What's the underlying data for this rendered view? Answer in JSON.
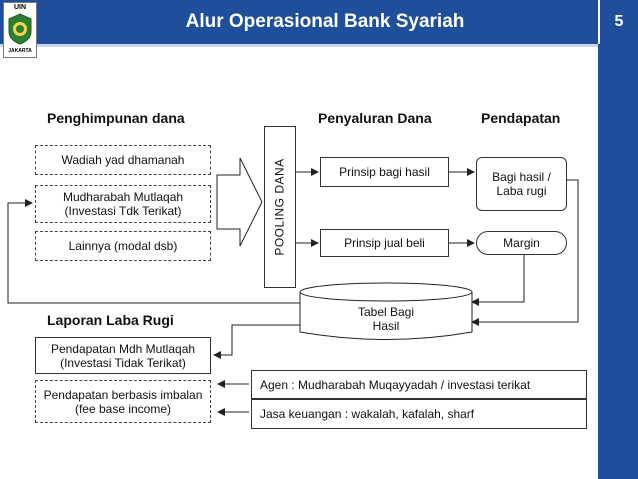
{
  "header": {
    "title": "Alur Operasional Bank Syariah",
    "page_number": "5",
    "logo_top": "UIN",
    "logo_bottom": "JAKARTA",
    "colors": {
      "bar": "#1f4e9a",
      "accent": "#c9d6ee"
    }
  },
  "sections": {
    "penghimpunan": "Penghimpunan dana",
    "penyaluran": "Penyaluran Dana",
    "pendapatan": "Pendapatan",
    "laporan": "Laporan Laba Rugi"
  },
  "funding": {
    "wadiah": "Wadiah yad dhamanah",
    "mudharabah": "Mudharabah Mutlaqah (Investasi Tdk Terikat)",
    "lainnya": "Lainnya (modal dsb)"
  },
  "pooling": "POOLING DANA",
  "distribution": {
    "bagi_hasil": "Prinsip bagi hasil",
    "jual_beli": "Prinsip jual beli"
  },
  "income": {
    "bagi_hasil": "Bagi hasil / Laba rugi",
    "margin": "Margin"
  },
  "tabel": "Tabel Bagi Hasil",
  "laporan": {
    "mdh": "Pendapatan Mdh Mutlaqah (Investasi Tidak Terikat)",
    "fee": "Pendapatan berbasis imbalan (fee base income)"
  },
  "agen": {
    "muqayyadah": "Agen : Mudharabah Muqayyadah / investasi terikat",
    "jasa": "Jasa keuangan : wakalah, kafalah, sharf"
  }
}
